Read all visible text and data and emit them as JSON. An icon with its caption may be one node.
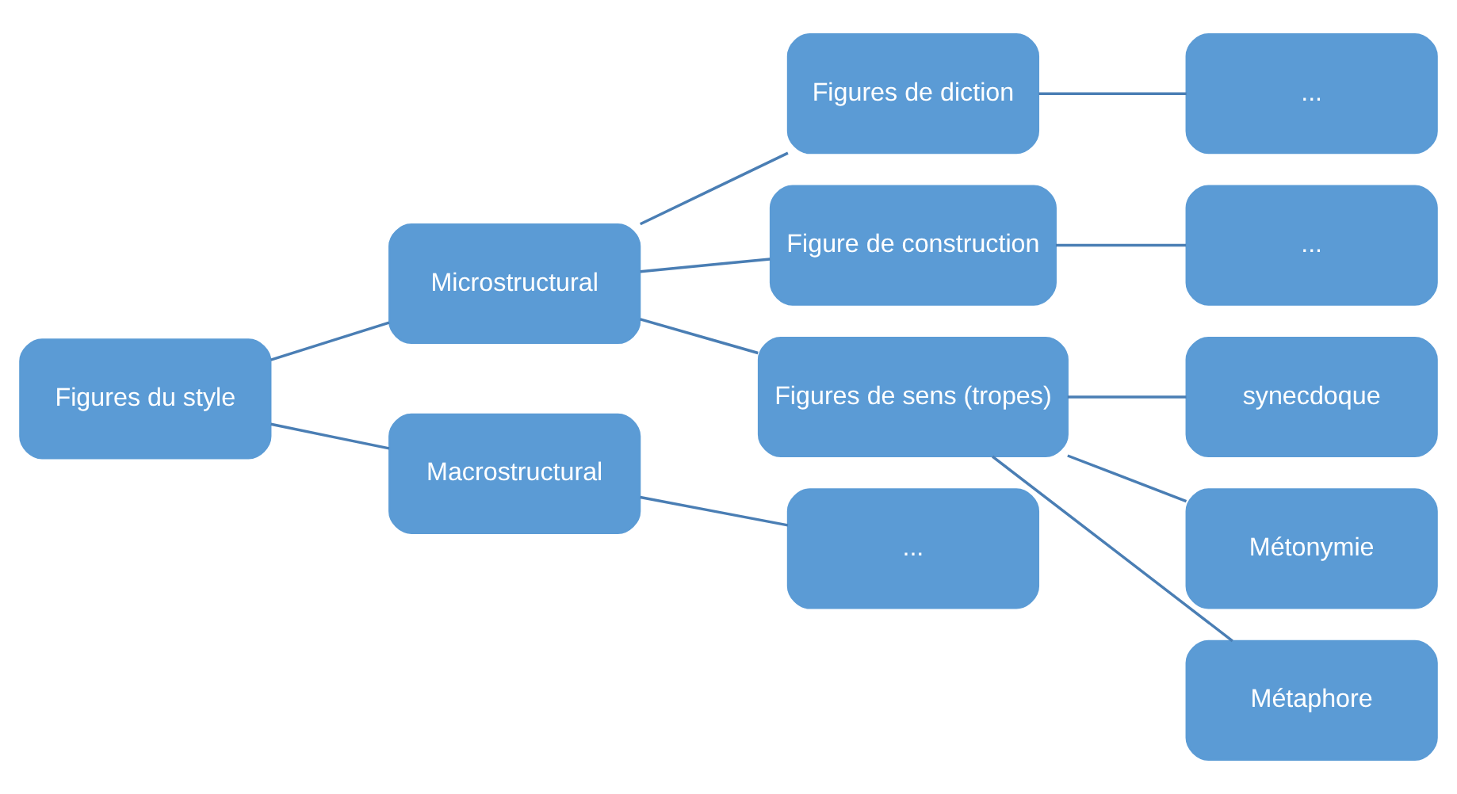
{
  "diagram": {
    "nodes": [
      {
        "text": [
          "Figures du style"
        ]
      },
      {
        "text": [
          "Microstructural"
        ]
      },
      {
        "text": [
          "Macrostructural"
        ]
      },
      {
        "text": [
          "Figures de diction"
        ]
      },
      {
        "text": [
          "Figure de construction"
        ]
      },
      {
        "text": [
          "Figures de sens (tropes)"
        ]
      },
      {
        "text": [
          "..."
        ]
      },
      {
        "text": [
          "..."
        ]
      },
      {
        "text": [
          "..."
        ]
      },
      {
        "text": [
          "synecdoque"
        ]
      },
      {
        "text": [
          "Métonymie"
        ]
      },
      {
        "text": [
          "Métaphore"
        ]
      }
    ],
    "edges": [
      {
        "from": 0,
        "to": 1,
        "arrow": "none"
      },
      {
        "from": 0,
        "to": 2,
        "arrow": "none"
      },
      {
        "from": 1,
        "to": 3,
        "arrow": "none"
      },
      {
        "from": 1,
        "to": 4,
        "arrow": "none"
      },
      {
        "from": 1,
        "to": 5,
        "arrow": "none"
      },
      {
        "from": 2,
        "to": 6,
        "arrow": "none"
      },
      {
        "from": 3,
        "to": 7,
        "arrow": "none"
      },
      {
        "from": 4,
        "to": 8,
        "arrow": "none"
      },
      {
        "from": 5,
        "to": 9,
        "arrow": "none"
      },
      {
        "from": 5,
        "to": 10,
        "arrow": "none"
      },
      {
        "from": 5,
        "to": 11,
        "arrow": "none"
      }
    ]
  }
}
